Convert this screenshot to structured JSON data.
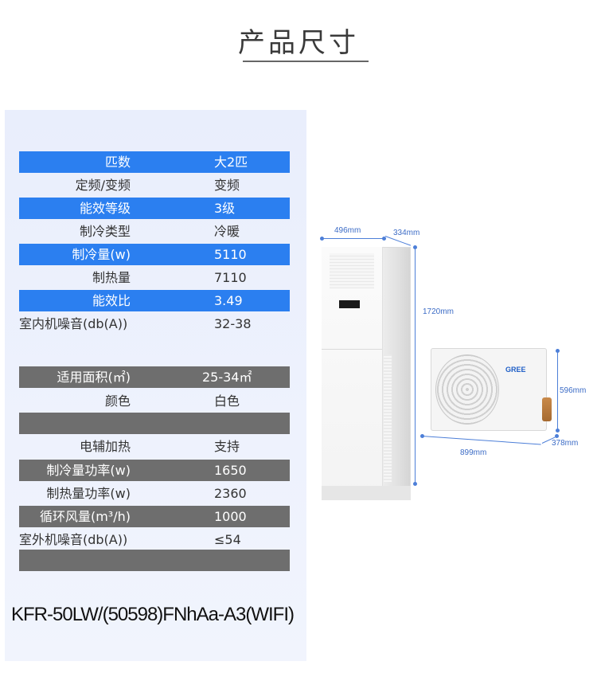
{
  "title": "产品尺寸",
  "specs_top": [
    {
      "key": "匹数",
      "value": "大2匹",
      "style": "blue"
    },
    {
      "key": "定频/变频",
      "value": "变频",
      "style": "plain"
    },
    {
      "key": "能效等级",
      "value": "3级",
      "style": "blue"
    },
    {
      "key": "制冷类型",
      "value": "冷暖",
      "style": "plain"
    },
    {
      "key": "制冷量(w)",
      "value": "5110",
      "style": "blue"
    },
    {
      "key": "制热量",
      "value": "7110",
      "style": "plain"
    },
    {
      "key": "能效比",
      "value": "3.49",
      "style": "blue"
    },
    {
      "key": "室内机噪音(db(A))",
      "value": "32-38",
      "style": "plain"
    }
  ],
  "specs_bottom": [
    {
      "key": "适用面积(㎡)",
      "value": "25-34㎡",
      "style": "gray"
    },
    {
      "key": "颜色",
      "value": "白色",
      "style": "plain"
    },
    {
      "key": "电辅加热",
      "value": "支持",
      "style": "plain"
    },
    {
      "key": "制冷量功率(w)",
      "value": "1650",
      "style": "gray"
    },
    {
      "key": "制热量功率(w)",
      "value": "2360",
      "style": "plain"
    },
    {
      "key": "循环风量(m³/h)",
      "value": "1000",
      "style": "gray"
    },
    {
      "key": "室外机噪音(db(A))",
      "value": "≤54",
      "style": "plain"
    }
  ],
  "model": "KFR-50LW/(50598)FNhAa-A3(WIFI)",
  "dimensions": {
    "indoor_width": "496mm",
    "indoor_depth": "334mm",
    "indoor_height": "1720mm",
    "outdoor_height": "596mm",
    "outdoor_depth": "378mm",
    "outdoor_width": "899mm"
  },
  "outdoor_logo": "GREE",
  "colors": {
    "highlight_blue": "#2b7ff0",
    "highlight_gray": "#6e6e6e",
    "dimension": "#4d7fd8"
  }
}
